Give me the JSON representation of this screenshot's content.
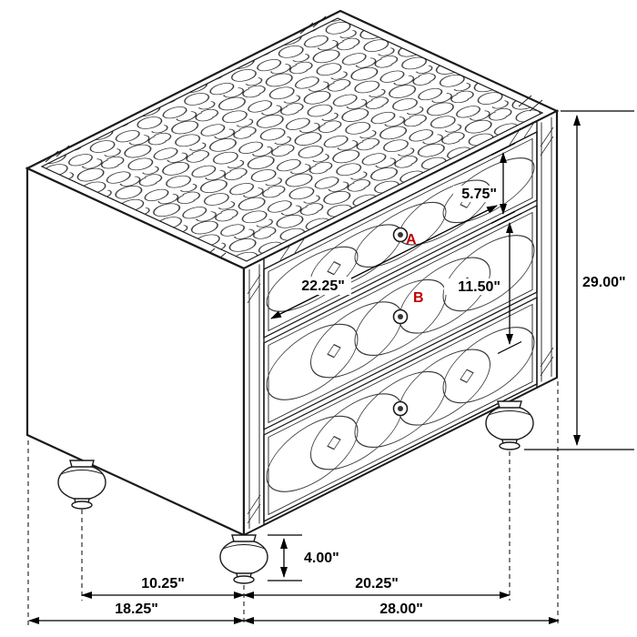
{
  "diagram": {
    "subject": "Three-drawer nightstand isometric dimension drawing",
    "colors": {
      "line": "#1a1a1a",
      "dimension_text": "#000000",
      "marker_label": "#c00000",
      "background": "#ffffff"
    },
    "markers": {
      "drawer_a": "A",
      "drawer_b": "B"
    },
    "dimensions": {
      "top_drawer_height": "5.75\"",
      "drawer_width": "22.25\"",
      "drawer_bank_height": "11.50\"",
      "overall_height": "29.00\"",
      "foot_height": "4.00\"",
      "side_foot_spacing": "10.25\"",
      "front_foot_spacing": "20.25\"",
      "overall_depth": "18.25\"",
      "overall_width": "28.00\""
    }
  }
}
